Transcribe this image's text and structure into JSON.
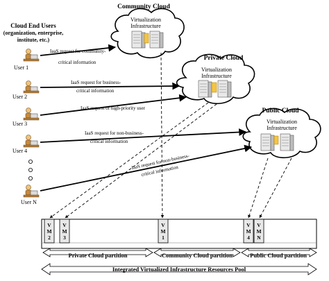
{
  "clouds": {
    "community": {
      "title": "Community Cloud",
      "infra": [
        "Virtualization",
        "Infrastructure"
      ]
    },
    "private": {
      "title": "Private Cloud",
      "infra": [
        "Virtualization",
        "Infrastructure"
      ]
    },
    "public": {
      "title": "Public Cloud",
      "infra": [
        "Virtualization",
        "Infrastructure"
      ]
    }
  },
  "users_header": [
    "Cloud End Users",
    "(organization, enterprise,",
    "institute, etc.)"
  ],
  "users": [
    "User 1",
    "User 2",
    "User 3",
    "User 4",
    "User N"
  ],
  "requests": [
    [
      "IaaS request for community-",
      "critical information"
    ],
    [
      "IaaS request for business-",
      "critical information"
    ],
    [
      "IaaS request of high-priority user"
    ],
    [
      "IaaS request for non-business-",
      "critical information"
    ],
    [
      "IaaS request for non-business-",
      "critical information"
    ]
  ],
  "vms": [
    [
      "V",
      "M",
      "2"
    ],
    [
      "V",
      "M",
      "3"
    ],
    [
      "V",
      "M",
      "1"
    ],
    [
      "V",
      "M",
      "4"
    ],
    [
      "V",
      "M",
      "N"
    ]
  ],
  "partitions": [
    "Private Cloud partition",
    "Community Cloud partition",
    "Public Cloud partition"
  ],
  "pool_label": "Integrated Virtualized Infrastructure Resources Pool"
}
